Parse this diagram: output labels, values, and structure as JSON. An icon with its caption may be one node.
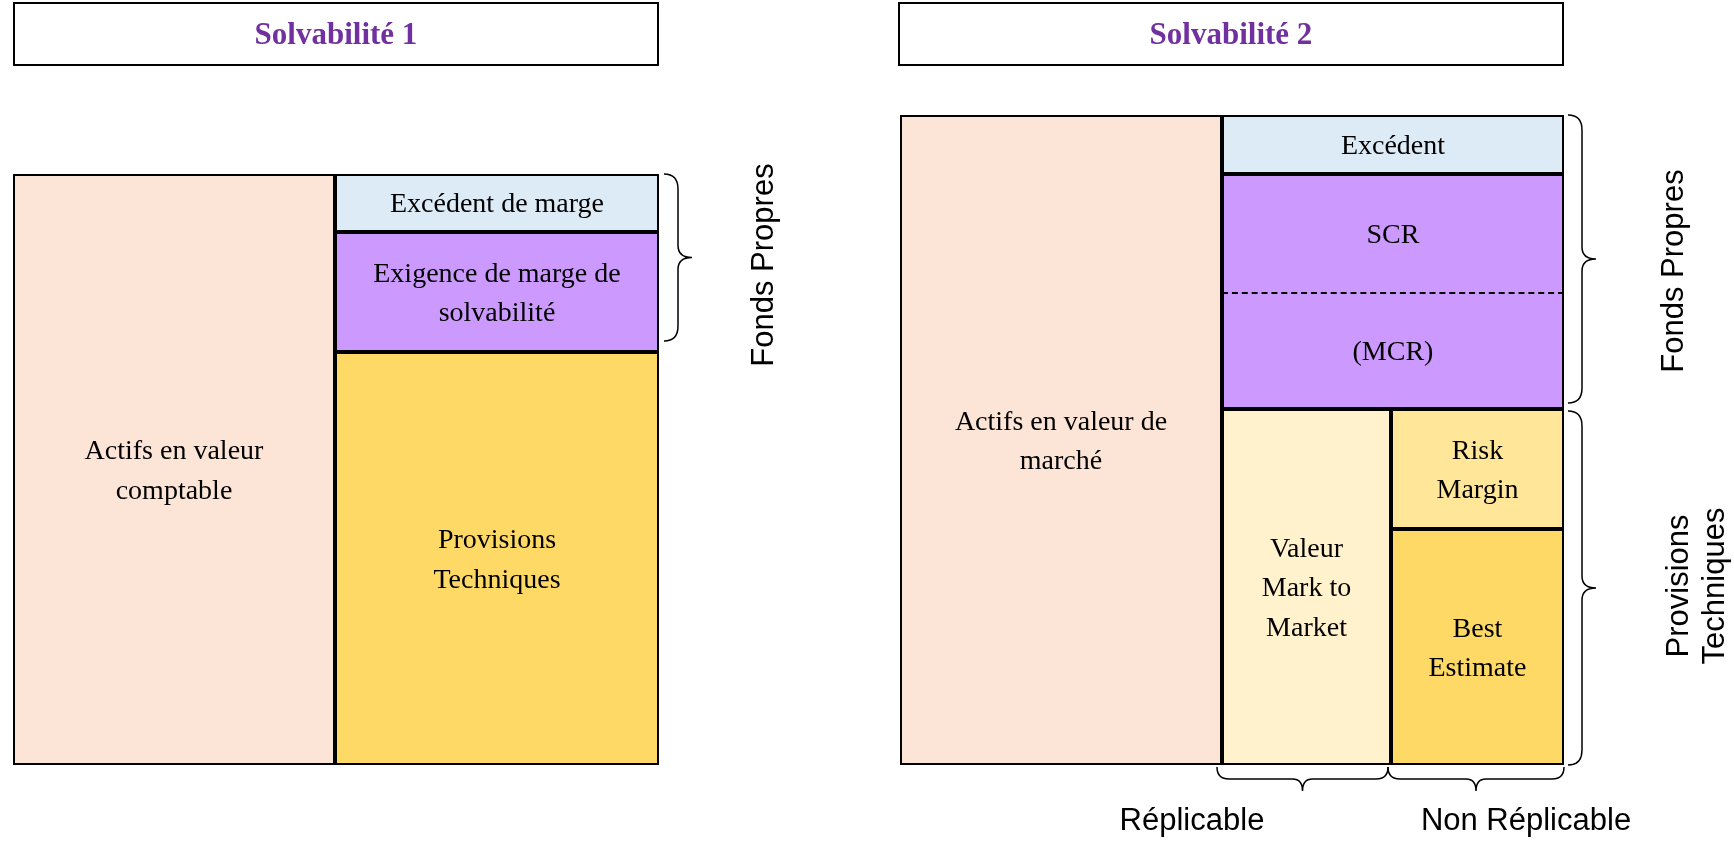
{
  "diagram": {
    "nodes": [
      {
        "text": [
          "Solvabilité 1"
        ]
      },
      {
        "text": [
          "Solvabilité 2"
        ]
      },
      {
        "text": [
          "Actifs en valeur comptable"
        ]
      },
      {
        "text": [
          "Excédent de marge"
        ]
      },
      {
        "text": [
          "Exigence de marge de solvabilité"
        ]
      },
      {
        "text": [
          "Provisions Techniques"
        ]
      },
      {
        "text": [
          "Actifs en valeur de marché"
        ]
      },
      {
        "text": [
          "Excédent"
        ]
      },
      {
        "text": [
          "SCR"
        ]
      },
      {
        "text": [
          "(MCR)"
        ]
      },
      {
        "text": [
          "Valeur Mark to Market"
        ]
      },
      {
        "text": [
          "Risk Margin"
        ]
      },
      {
        "text": [
          "Best Estimate"
        ]
      }
    ],
    "edges": [],
    "labels": [
      "Fonds Propres",
      "Fonds Propres",
      "Provisions Techniques",
      "Réplicable",
      "Non Réplicable"
    ]
  }
}
